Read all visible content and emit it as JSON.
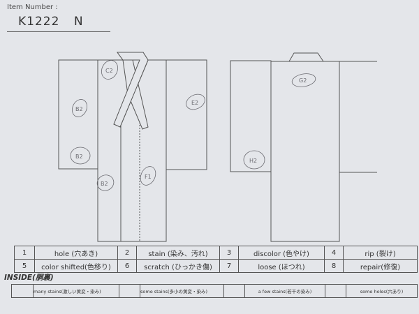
{
  "header": {
    "item_label": "Item Number :",
    "item_number": "K1222   N"
  },
  "front_marks": [
    "C2",
    "B2",
    "B2",
    "B2",
    "E2",
    "F1"
  ],
  "back_marks": [
    "G2",
    "H2"
  ],
  "legend": [
    {
      "num": "1",
      "label": "hole (穴あき)"
    },
    {
      "num": "2",
      "label": "stain (染み、汚れ)"
    },
    {
      "num": "3",
      "label": "discolor (色やけ)"
    },
    {
      "num": "4",
      "label": "rip (裂け)"
    },
    {
      "num": "5",
      "label": "color shifted(色移り)"
    },
    {
      "num": "6",
      "label": "scratch (ひっかき傷)"
    },
    {
      "num": "7",
      "label": "loose (ほつれ)"
    },
    {
      "num": "8",
      "label": "repair(修復)"
    }
  ],
  "inside": {
    "title": "INSIDE(胴裏)",
    "options": [
      "many stains(激しい黄変・染み)",
      "some stains(多小の黄変・染み)",
      "a few stains(若干の染み)",
      "some holes(穴あり)"
    ]
  },
  "colors": {
    "paper": "#e4e6ea",
    "line": "#555555",
    "pencil": "#6a6a70"
  }
}
